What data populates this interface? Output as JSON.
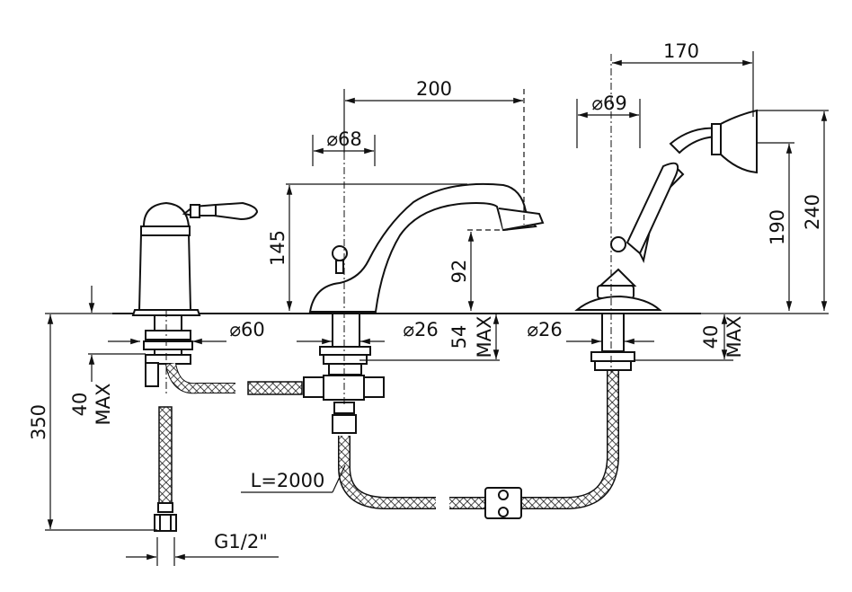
{
  "dimensions": {
    "spout_reach": "200",
    "spout_dia": "⌀68",
    "spout_height": "145",
    "spout_outlet_height": "92",
    "spout_base_dia": "⌀26",
    "spout_mount_max": "54\nMAX",
    "lever_base_dia": "⌀60",
    "lever_mount_max": "40\nMAX",
    "total_hose_drop": "350",
    "hose_length": "L=2000",
    "thread": "G1/2\"",
    "shower_reach": "170",
    "shower_head_dia": "⌀69",
    "shower_holder_height": "190",
    "shower_total_height": "240",
    "shower_base_dia": "⌀26",
    "shower_mount_max": "40\nMAX"
  },
  "colors": {
    "line": "#111111",
    "fill": "#ffffff"
  }
}
